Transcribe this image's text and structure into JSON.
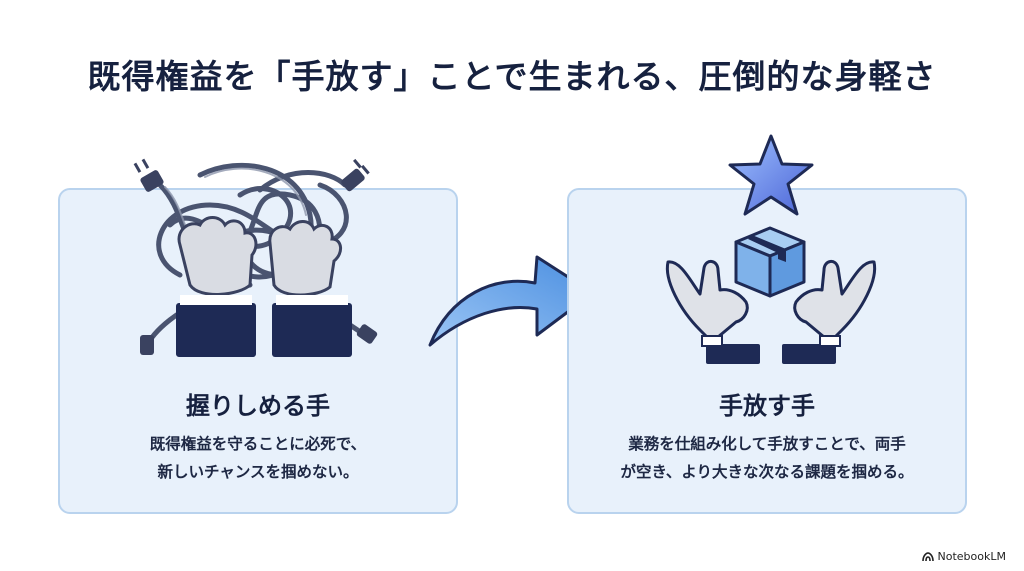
{
  "title": "既得権益を「手放す」ことで生まれる、圧倒的な身軽さ",
  "left_card": {
    "heading": "握りしめる手",
    "description_lines": [
      "既得権益を守ることに必死で、",
      "新しいチャンスを掴めない。"
    ]
  },
  "right_card": {
    "heading": "手放す手",
    "description_lines": [
      "業務を仕組み化して手放すことで、両手",
      "が空き、より大きな次なる課題を掴める。"
    ]
  },
  "footer": {
    "brand": "NotebookLM"
  },
  "colors": {
    "card_bg": "#e8f1fb",
    "card_border": "#b9d3ee",
    "navy": "#1e2a55",
    "arrow": "#5b9be6",
    "star": "#6a8ff0"
  },
  "icons": [
    "tangled-cables-icon",
    "clenched-fists-icon",
    "curved-arrow-icon",
    "star-icon",
    "box-icon",
    "open-hands-icon",
    "notebooklm-logo-icon"
  ]
}
